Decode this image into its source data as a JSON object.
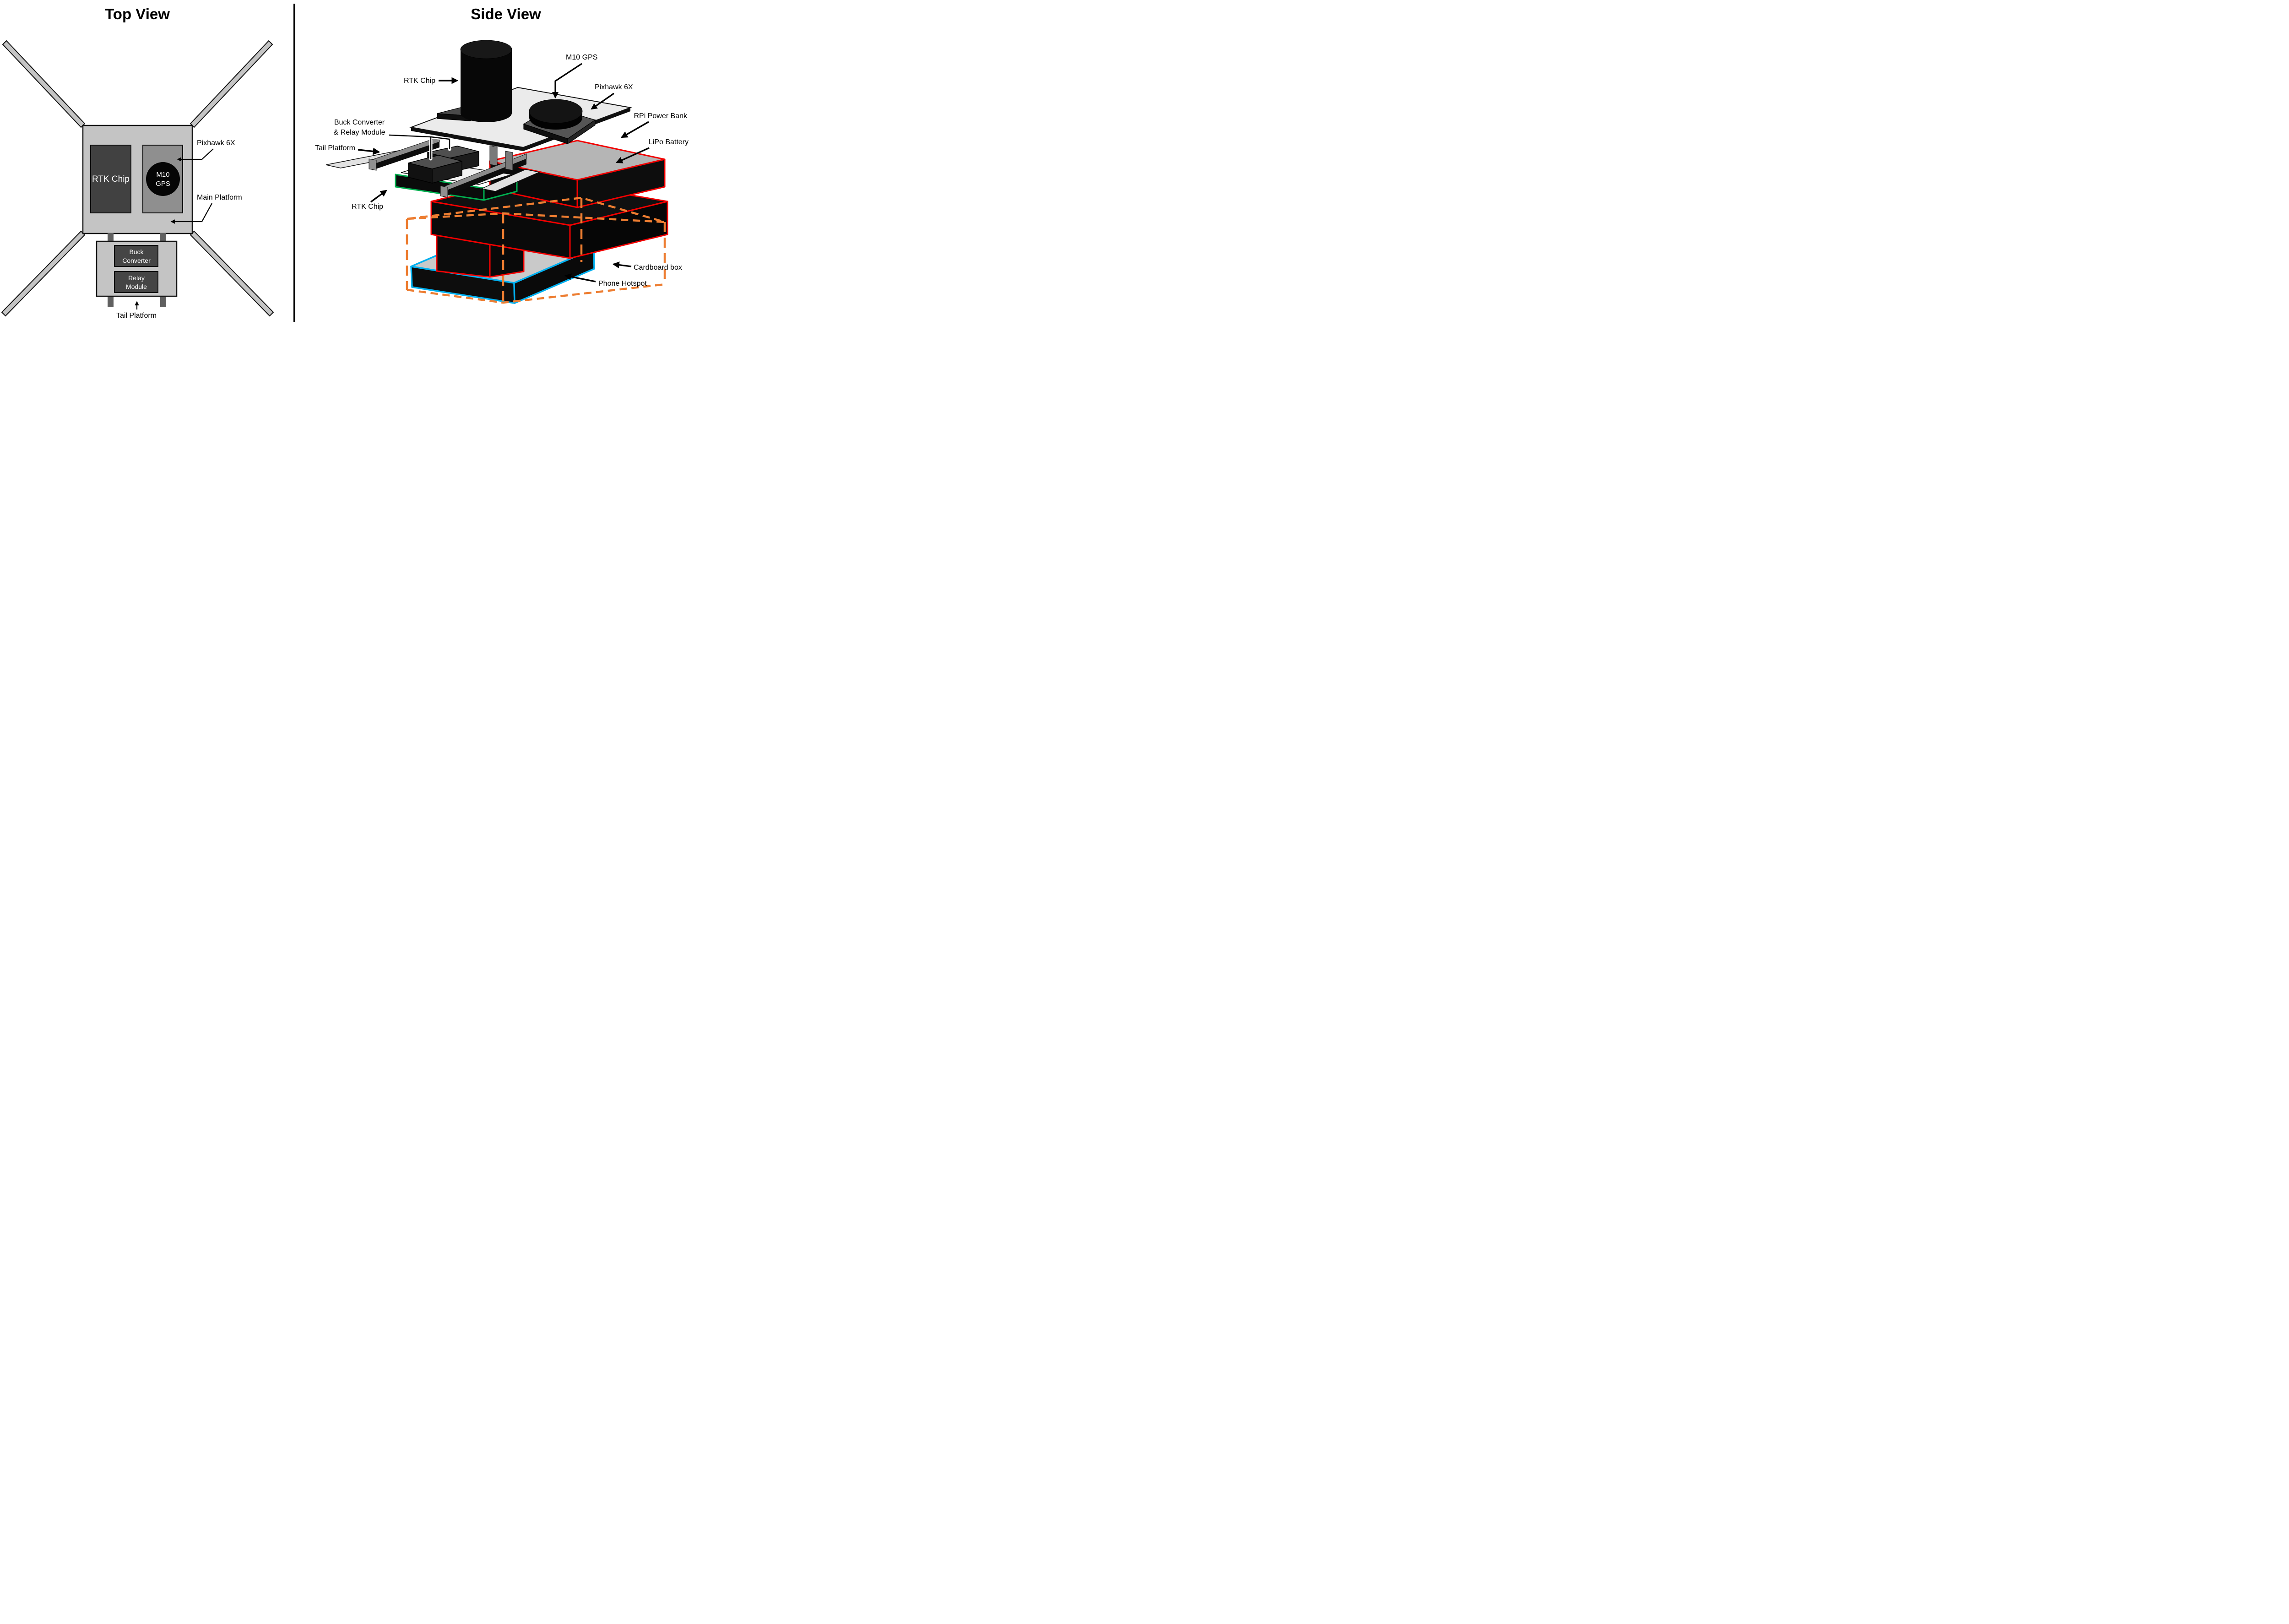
{
  "left": {
    "title": "Top View",
    "rtk_chip": "RTK Chip",
    "m10_line1": "M10",
    "m10_line2": "GPS",
    "pixhawk_label": "Pixhawk 6X",
    "main_platform_label": "Main Platform",
    "buck_line1": "Buck",
    "buck_line2": "Converter",
    "relay_line1": "Relay",
    "relay_line2": "Module",
    "tail_platform_label": "Tail Platform"
  },
  "right": {
    "title": "Side View",
    "rtk_chip_top_label": "RTK Chip",
    "m10_gps_label": "M10 GPS",
    "pixhawk_label": "Pixhawk 6X",
    "buck_relay_line1": "Buck Converter",
    "buck_relay_line2": "& Relay Module",
    "tail_platform_label": "Tail Platform",
    "rtk_chip_board_label": "RTK Chip",
    "rpi_power_bank_label": "RPi Power Bank",
    "lipo_battery_label": "LiPo Battery",
    "cardboard_box_label": "Cardboard box",
    "phone_hotspot_label": "Phone Hotspot"
  },
  "colors": {
    "red": "#f20000",
    "green": "#00b050",
    "blue": "#00b0f0",
    "orange": "#ed7d31",
    "platform_gray": "#c4c4c4",
    "chip_dark": "#414141",
    "chip_mid": "#8f8f8f"
  }
}
